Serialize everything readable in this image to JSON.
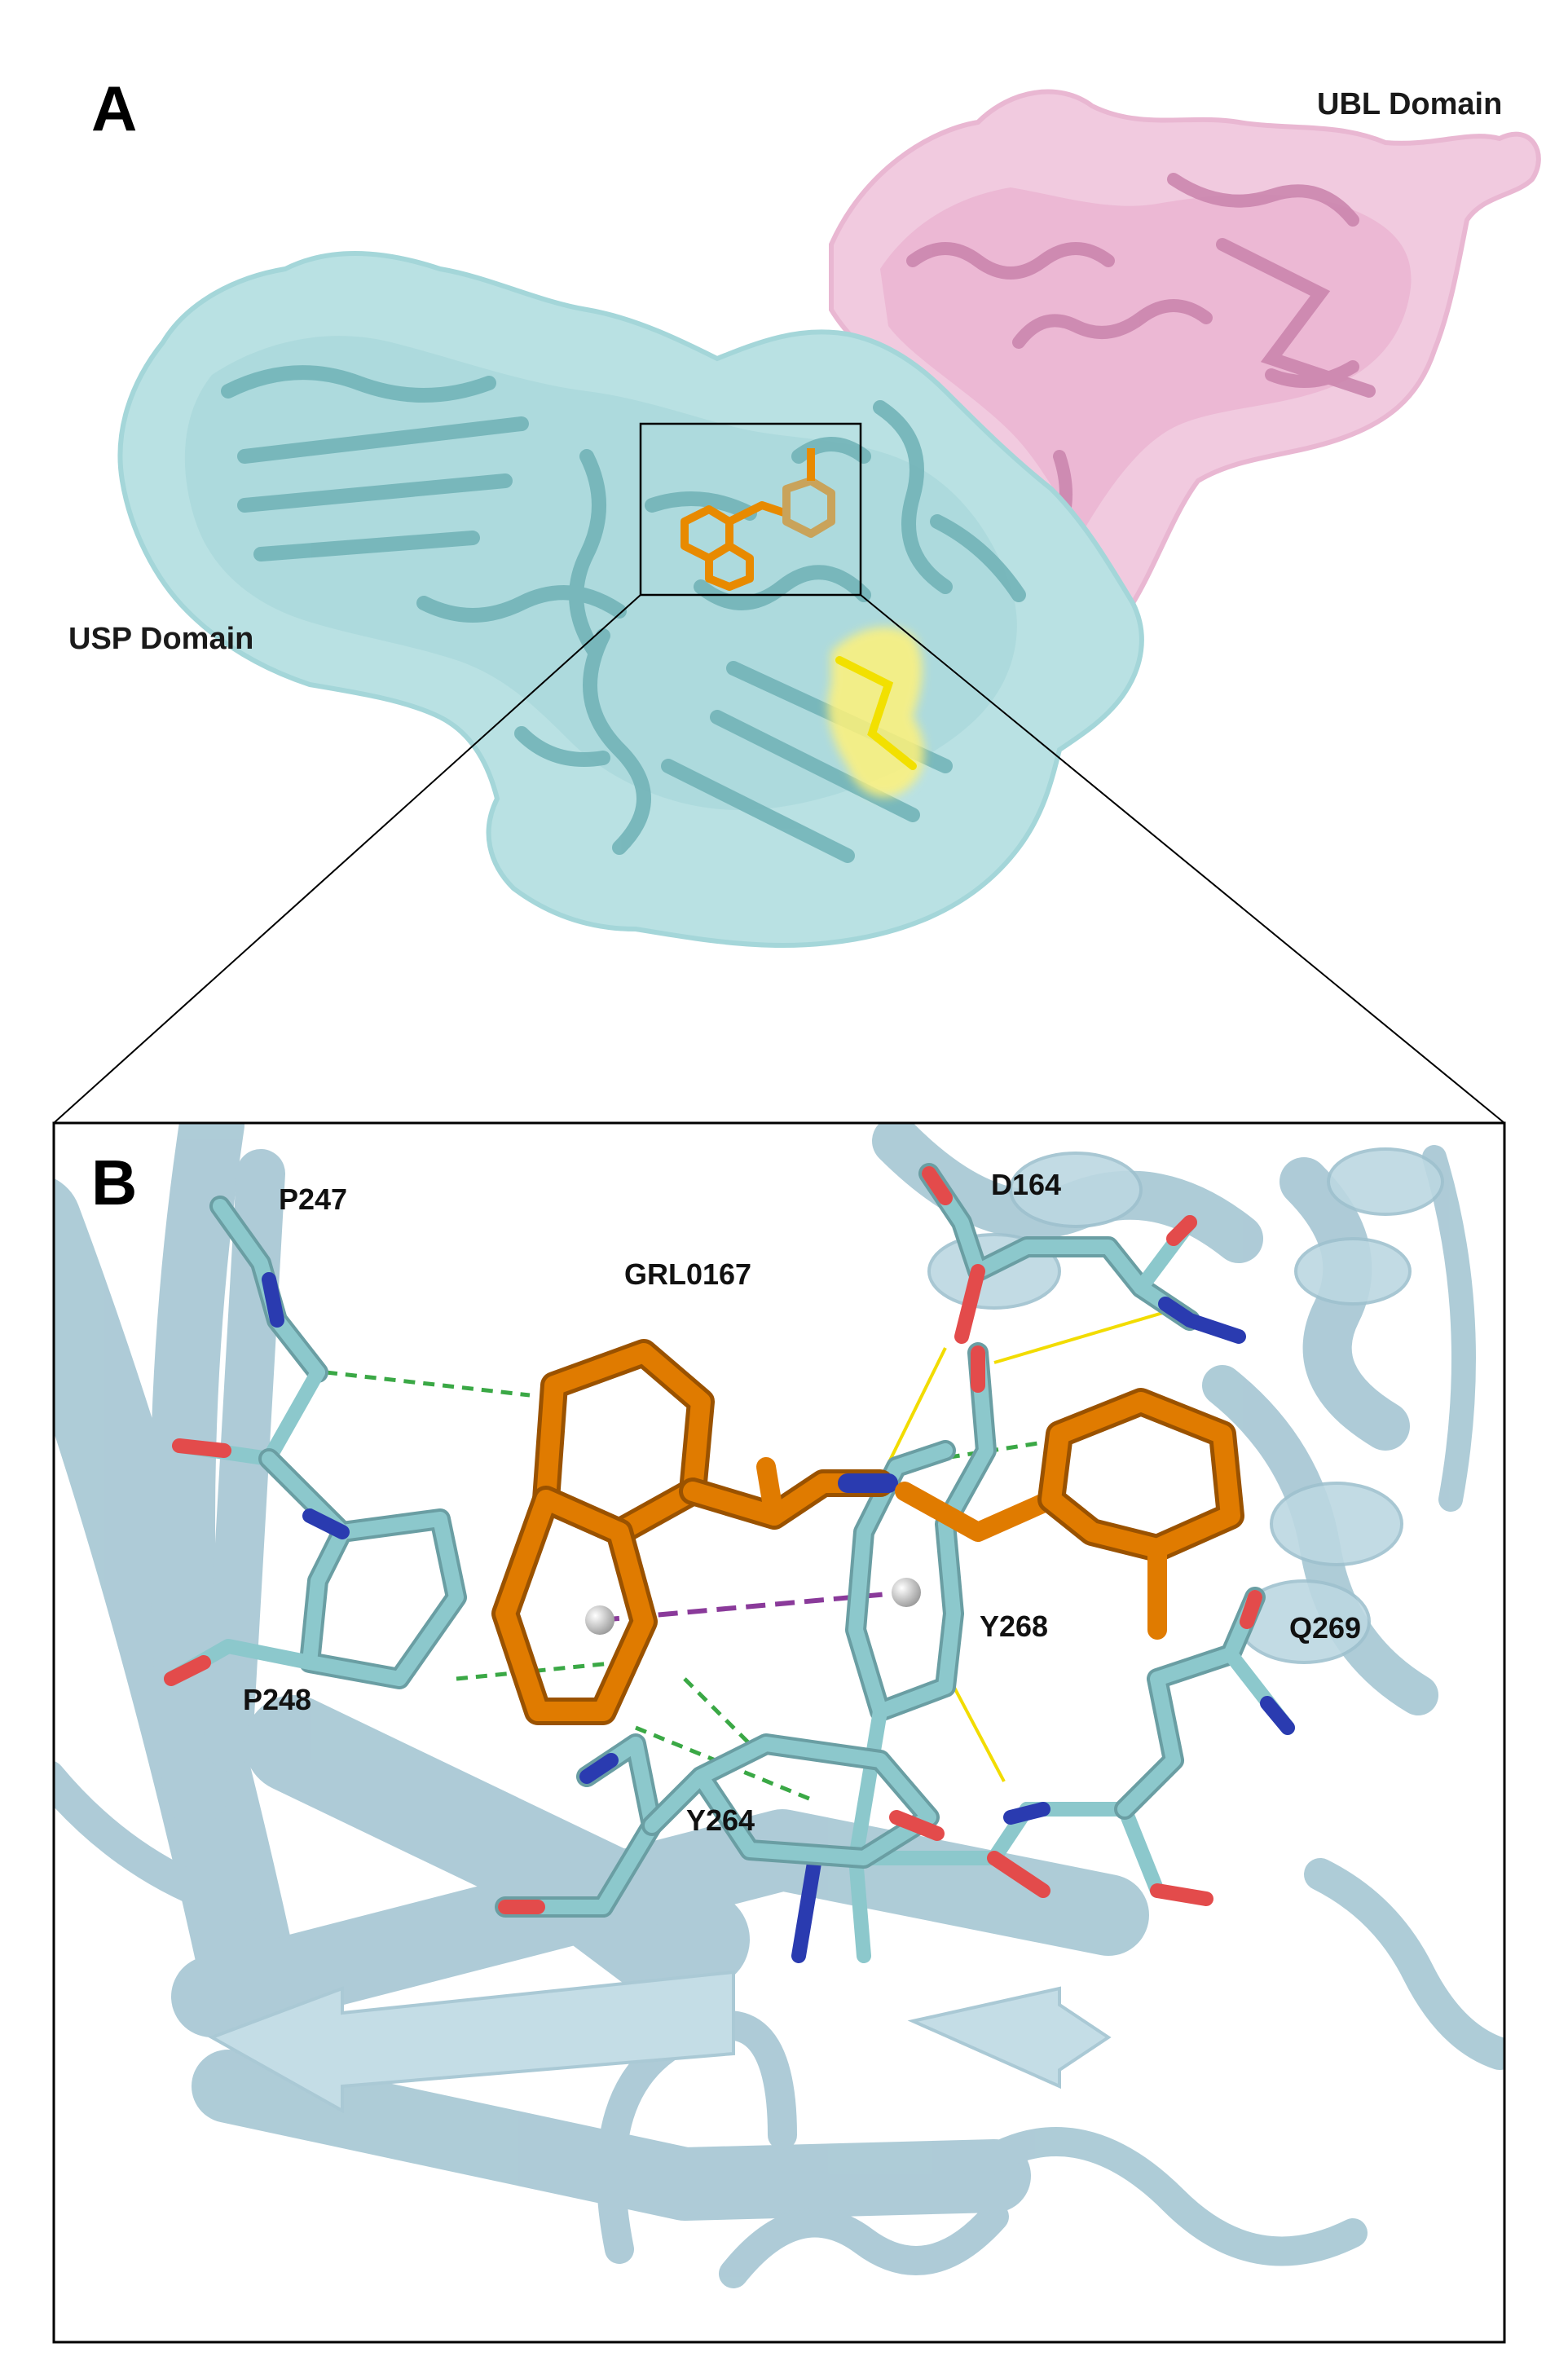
{
  "panel_a": {
    "letter": "A",
    "domains": {
      "ubl_label": "UBL Domain",
      "usp_label": "USP Domain"
    }
  },
  "panel_b": {
    "letter": "B",
    "ligand_label": "GRL0167",
    "residues": {
      "p247": "P247",
      "p248": "P248",
      "d164": "D164",
      "y268": "Y268",
      "q269": "Q269",
      "y264": "Y264"
    }
  },
  "colors": {
    "usp_surface": "#b8e0e2",
    "usp_cartoon": "#6fb1b6",
    "ubl_surface": "#f0c6dd",
    "ubl_cartoon": "#c983ac",
    "ligand": "#e07b00",
    "hotspot": "#fff06a",
    "carbon_stick": "#7fc2c6",
    "oxygen": "#e34b4b",
    "nitrogen": "#2a3bb0",
    "hbond": "#f2dc00",
    "hydrophobic": "#3aa845",
    "pi_stack": "#8a3a9a",
    "background_cartoon": "#a9ccd8"
  }
}
